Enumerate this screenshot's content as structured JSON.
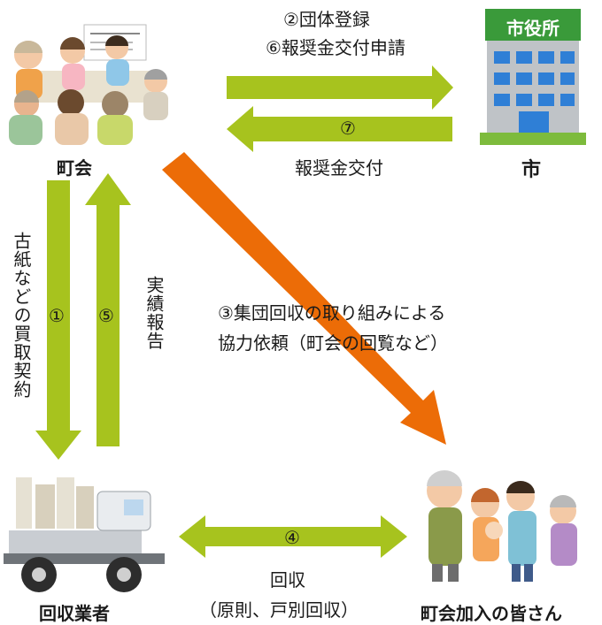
{
  "nodes": {
    "town_association": "町会",
    "city": "市",
    "city_hall_sign": "市役所",
    "collector": "回収業者",
    "members": "町会加入の皆さん"
  },
  "arrows": {
    "to_city_line1": "②団体登録",
    "to_city_line2": "⑥報奨金交付申請",
    "from_city_num": "⑦",
    "from_city_label": "報奨金交付",
    "contract_label": "古紙などの買取契約",
    "contract_num": "①",
    "report_num": "⑤",
    "report_label": "実績報告",
    "request_line1": "③集団回収の取り組みによる",
    "request_line2": "協力依頼（町会の回覧など）",
    "collect_num": "④",
    "collect_line1": "回収",
    "collect_line2": "（原則、戸別回収）"
  },
  "colors": {
    "green_arrow": "#a7c31e",
    "orange_arrow": "#ec6c07"
  }
}
